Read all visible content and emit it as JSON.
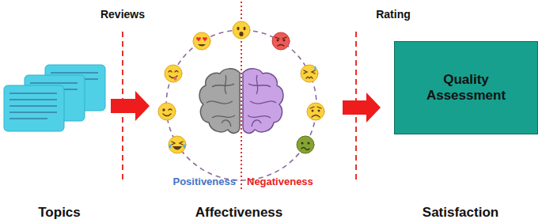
{
  "diagram": {
    "nodes": [
      {
        "text": [
          "Quality Assessment"
        ]
      }
    ],
    "labels": [
      "Reviews",
      "Rating",
      "Positiveness",
      "Negativeness",
      "Topics",
      "Affectiveness",
      "Satisfaction"
    ]
  }
}
